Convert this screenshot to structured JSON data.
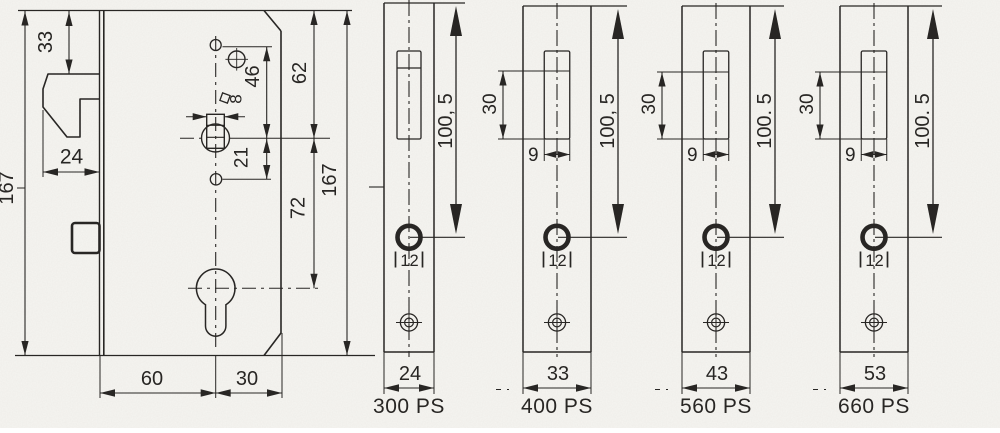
{
  "sheet": {
    "type": "technical drawing",
    "subject": "sliding-door hook lock with faceplate variants"
  },
  "ink": "#262422",
  "paper": "#f6f5f1",
  "lock_body": {
    "dim_labels": {
      "overall_height_left": "167",
      "top_to_latch": "33",
      "latch_width": "24",
      "top_hole_to_spindle": "46",
      "spindle_square": "8",
      "spindle_to_lower_hole": "21",
      "top_to_spindle": "62",
      "spindle_to_cylinder": "72",
      "overall_height_right": "167",
      "backset": "60",
      "edge_offset": "30"
    }
  },
  "faceplates": [
    {
      "model": "300 PS",
      "width": "24",
      "length": "100, 5",
      "cylinder_hole_diameter": "12"
    },
    {
      "model": "400 PS",
      "width": "33",
      "length": "100, 5",
      "cylinder_hole_diameter": "12",
      "slot_width": "9",
      "slot_length": "30"
    },
    {
      "model": "560 PS",
      "width": "43",
      "length": "100. 5",
      "cylinder_hole_diameter": "12",
      "slot_width": "9",
      "slot_length": "30"
    },
    {
      "model": "660 PS",
      "width": "53",
      "length": "100. 5",
      "cylinder_hole_diameter": "12",
      "slot_width": "9",
      "slot_length": "30"
    }
  ]
}
